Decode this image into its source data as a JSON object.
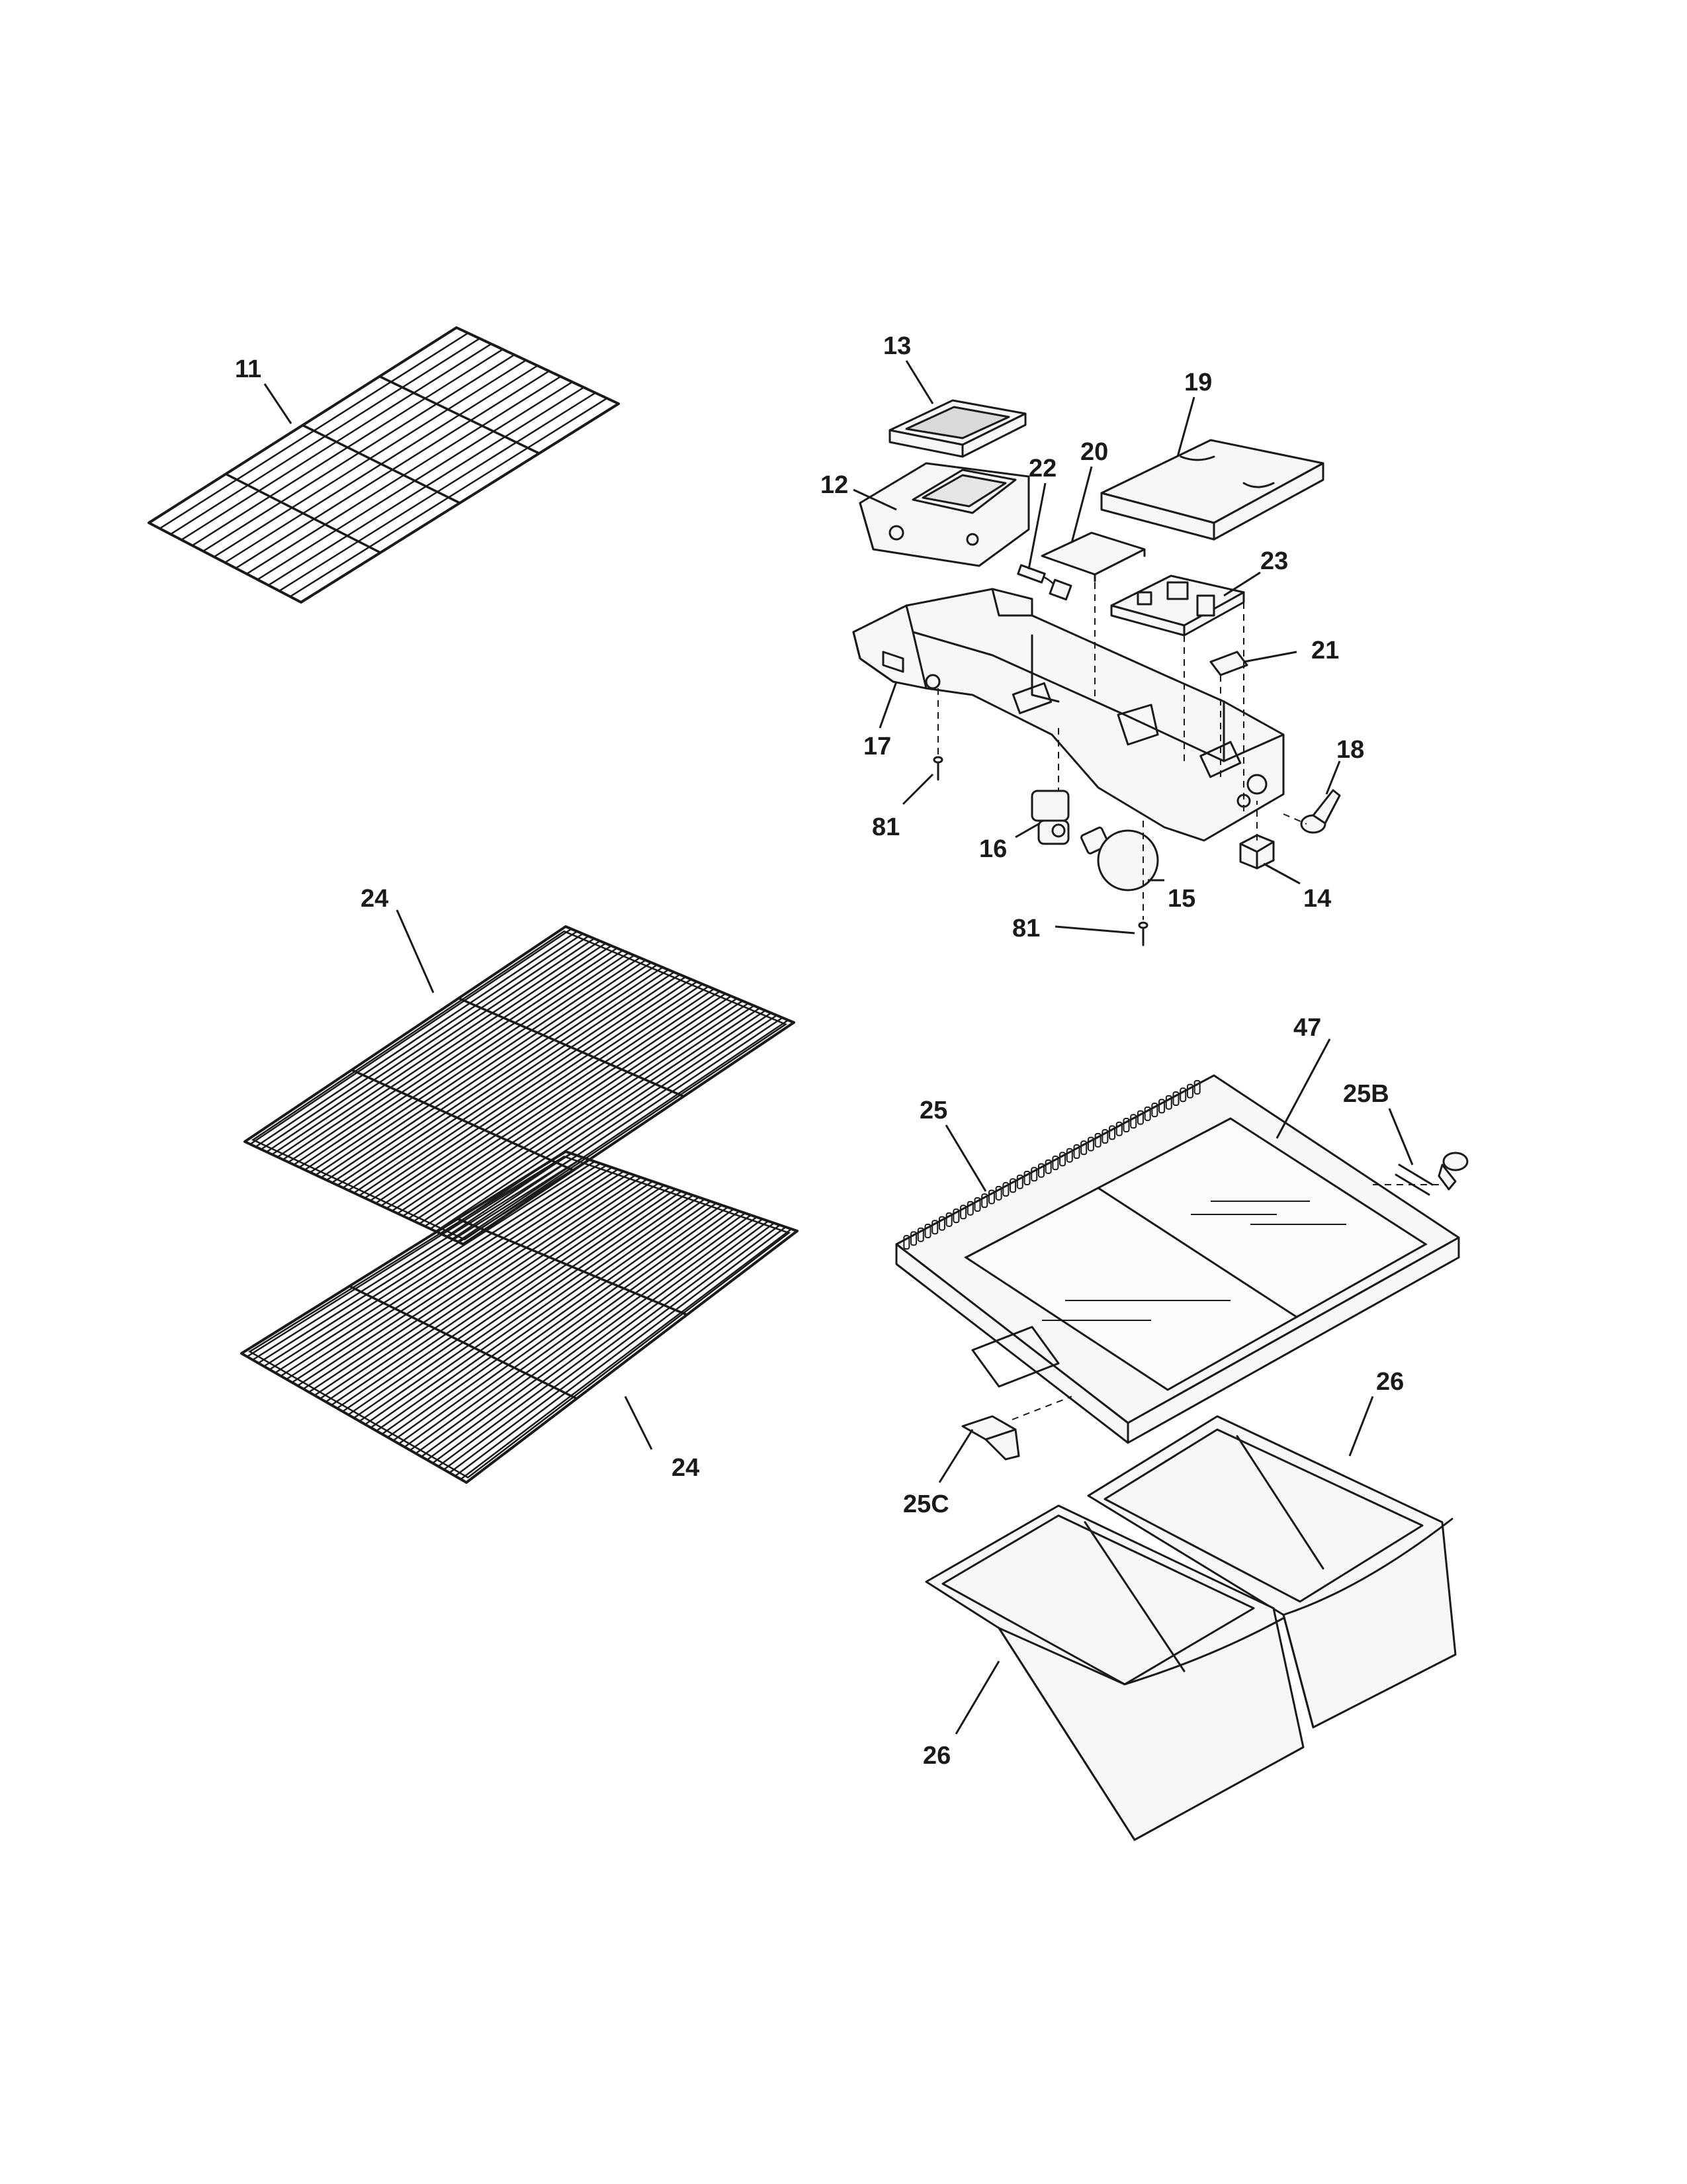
{
  "diagram": {
    "callouts": {
      "c11": "11",
      "c13": "13",
      "c19": "19",
      "c20": "20",
      "c12": "12",
      "c22": "22",
      "c23": "23",
      "c21": "21",
      "c17": "17",
      "c18": "18",
      "c81a": "81",
      "c16": "16",
      "c15": "15",
      "c14": "14",
      "c81b": "81",
      "c24a": "24",
      "c47": "47",
      "c25": "25",
      "c25B": "25B",
      "c24b": "24",
      "c26a": "26",
      "c25C": "25C",
      "c26b": "26"
    }
  }
}
